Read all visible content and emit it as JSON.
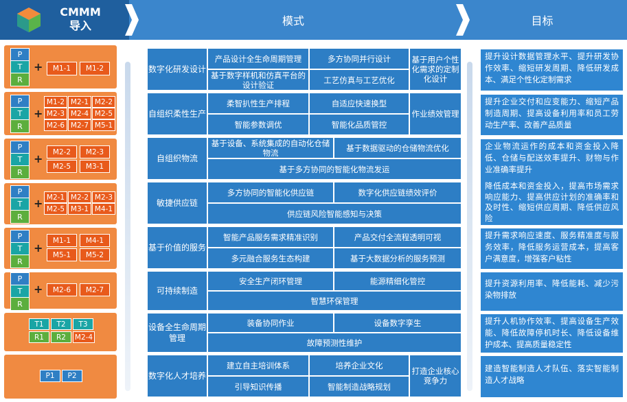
{
  "header": {
    "brand_line1": "CMMM",
    "brand_line2": "导入",
    "mid": "模式",
    "right": "目标"
  },
  "left": {
    "ptr": [
      "P",
      "T",
      "R"
    ],
    "groups": [
      {
        "boxes": [
          "M1-1",
          "M1-2"
        ]
      },
      {
        "boxes": [
          "M1-2",
          "M2-1",
          "M2-2",
          "M2-3",
          "M2-4",
          "M2-5",
          "M2-6",
          "M2-7",
          "M5-1"
        ]
      },
      {
        "boxes": [
          "M2-2",
          "M2-3",
          "M2-5",
          "M3-1"
        ]
      },
      {
        "boxes": [
          "M2-1",
          "M2-2",
          "M2-3",
          "M2-5",
          "M3-1",
          "M4-1"
        ]
      },
      {
        "boxes": [
          "M1-1",
          "M4-1",
          "M5-1",
          "M5-2"
        ]
      },
      {
        "boxes": [
          "M2-6",
          "M2-7"
        ]
      },
      {
        "boxes": [
          "T1",
          "T2",
          "T3",
          "R1",
          "R2",
          "M2-4"
        ]
      },
      {
        "boxes": [
          "P1",
          "P2"
        ]
      }
    ]
  },
  "rows": [
    {
      "label": "数字化研发设计",
      "cells": [
        "产品设计全生命周期管理",
        "多方协同并行设计",
        "基于用户个性化需求的定制化设计",
        "基于数字样机和仿真平台的设计验证",
        "工艺仿真与工艺优化"
      ],
      "goal": "提升设计数据管理水平、提升研发协作效率、缩短研发周期、降低研发成本、满足个性化定制需求"
    },
    {
      "label": "自组织柔性生产",
      "cells": [
        "柔智扒性生产排程",
        "自适应快速换型",
        "作业绩效管理",
        "智能参数调优",
        "智能化品质管控"
      ],
      "goal": "提升企业交付和应变能力、缩短产品制造周期、提高设备利用率和员工劳动生产率、改善产品质量"
    },
    {
      "label": "自组织物流",
      "cells": [
        "基于设备、系统集成的自动化仓储物流",
        "基于数据驱动的仓储物流优化",
        "基于多方协同的智能化物流发运"
      ],
      "goal": "企业物流运作的成本和资金投入降低、仓储与配送效率提升、财物与作业准确率提升"
    },
    {
      "label": "敏捷供应链",
      "cells": [
        "多方协同的智能化供应链",
        "数字化供应链绩效评价",
        "供应链风险智能感知与决策"
      ],
      "goal": "降低成本和资金投入，提高市场需求响应能力、提高供应计划的准确率和及时性、缩短供应周期、降低供应风险"
    },
    {
      "label": "基于价值的服务",
      "cells": [
        "智能产品服务需求精准识别",
        "产品交付全流程透明可视",
        "多元融合服务生态构建",
        "基于大数据分析的服务预测"
      ],
      "goal": "提升需求响应速度、服务精准度与服务效率，降低服务运营成本，提高客户满意度，增强客户粘性"
    },
    {
      "label": "可持续制造",
      "cells": [
        "安全生产闭环管理",
        "能源精细化管控",
        "智慧环保管理"
      ],
      "goal": "提升资源利用率、降低能耗、减少污染物排放"
    },
    {
      "label": "设备全生命周期管理",
      "cells": [
        "装备协同作业",
        "设备数字孪生",
        "故障预测性维护"
      ],
      "goal": "提升人机协作效率、提高设备生产效能、降低故障停机时长、降低设备维护成本、提高质量稳定性"
    },
    {
      "label": "数字化人才培养",
      "cells": [
        "建立自主培训体系",
        "培养企业文化",
        "打造企业核心竞争力",
        "引导知识传播",
        "智能制造战略规划"
      ],
      "goal": "建造智能制造人才队伍、落实智能制造人才战略"
    }
  ]
}
